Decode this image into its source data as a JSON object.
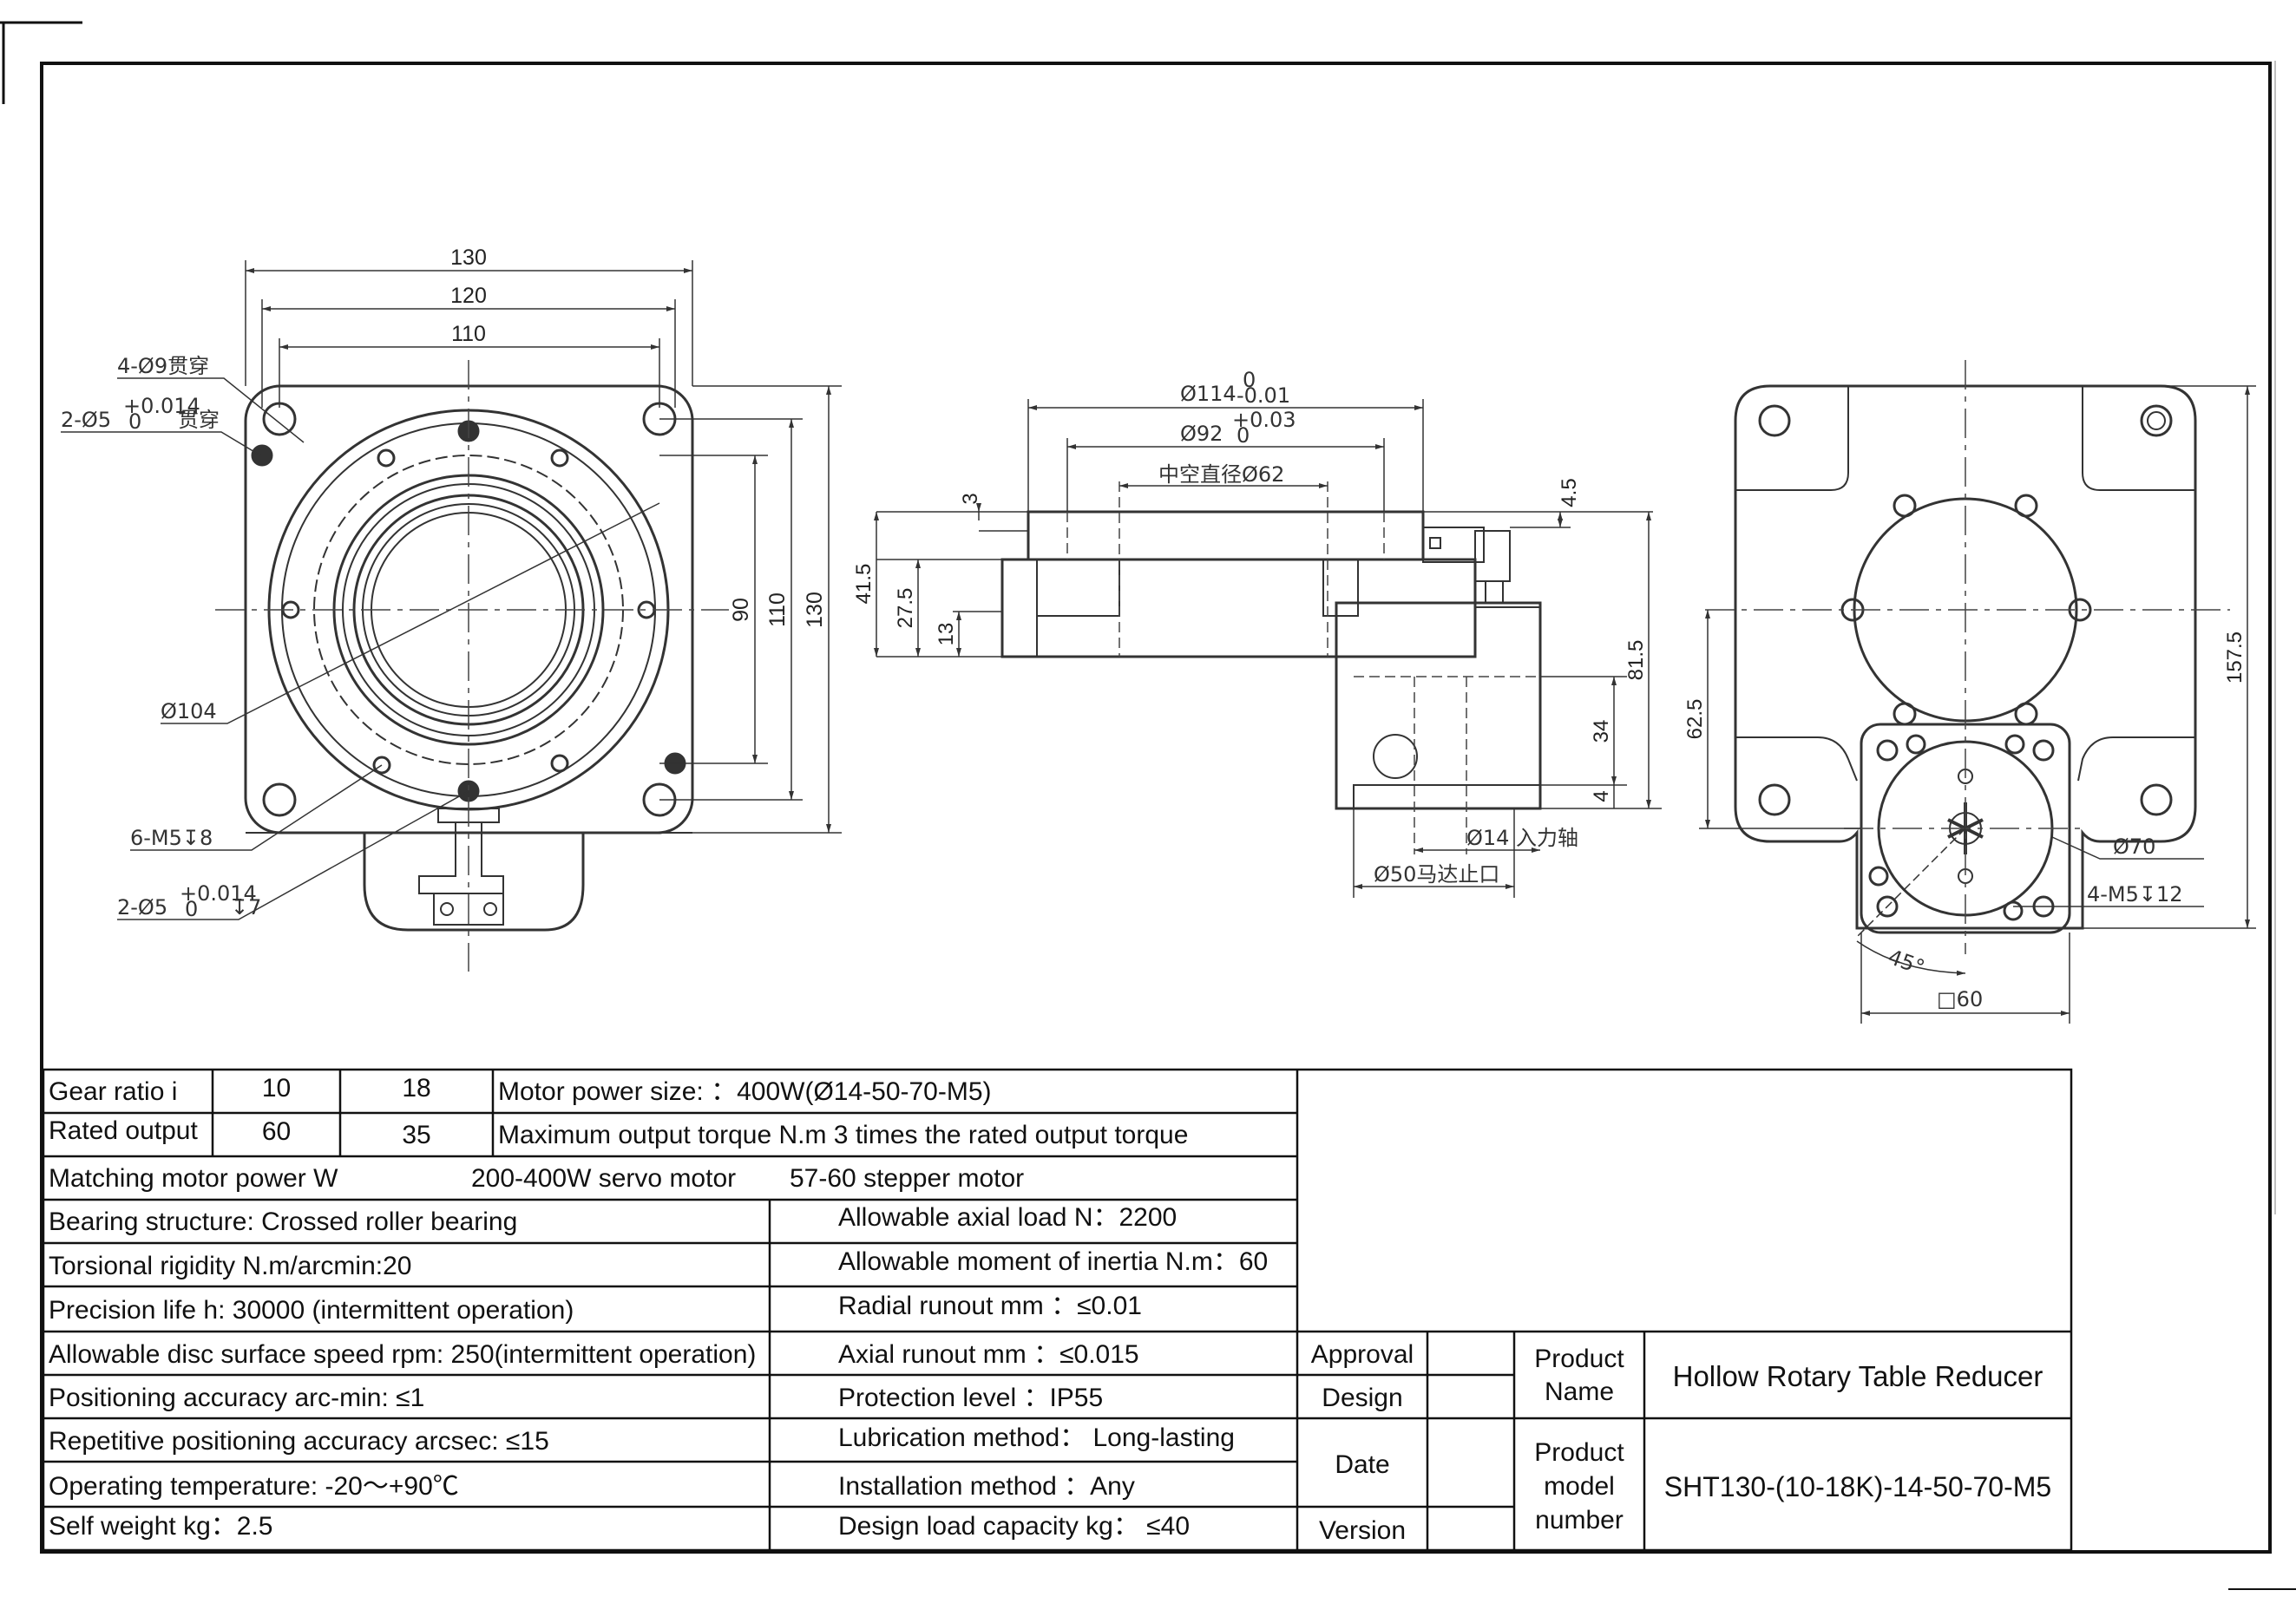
{
  "views": {
    "left": {
      "dim_130_top": "130",
      "dim_120": "120",
      "dim_110_top": "110",
      "dim_90": "90",
      "dim_110_side": "110",
      "dim_130_side": "130",
      "hole_4_d9": "4-Ø9贯穿",
      "pin_2_d5_prefix": "2-Ø5",
      "pin_tol_upper": "+0.014",
      "pin_tol_lower": "0",
      "through_cn": "贯穿",
      "dia_104": "Ø104",
      "thread_6_m5": "6-M5↧8",
      "pin_bottom_suffix": "↧7"
    },
    "middle": {
      "dia_114": "Ø114",
      "dia_114_tol_upper": "0",
      "dia_114_tol_lower": "-0.01",
      "dia_92": "Ø92",
      "dia_92_tol_upper": "+0.03",
      "dia_92_tol_lower": "0",
      "hollow_62": "中空直径Ø62",
      "dim_3": "3",
      "dim_4_5": "4.5",
      "dim_41_5": "41.5",
      "dim_27_5": "27.5",
      "dim_13": "13",
      "dim_81_5": "81.5",
      "dim_34": "34",
      "dim_4": "4",
      "input_14": "Ø14 入力轴",
      "motor_50": "Ø50马达止口"
    },
    "right": {
      "dim_157_5": "157.5",
      "dim_62_5": "62.5",
      "dia_70": "Ø70",
      "thread_4_m5": "4-M5↧12",
      "angle_45": "45°",
      "square_60": "□60"
    }
  },
  "table": {
    "gear_ratio_label": "Gear ratio i",
    "gear_ratio_1": "10",
    "gear_ratio_2": "18",
    "motor_power_size": "Motor power size: ：400W(Ø14-50-70-M5)",
    "rated_output_label": "Rated output",
    "rated_output_1": "60",
    "rated_output_2": "35",
    "max_output_torque": "Maximum output torque N.m 3 times the rated output torque",
    "matching_motor_label": "Matching motor power W",
    "matching_motor_servo": "200-400W servo motor",
    "matching_motor_stepper": "57-60 stepper motor",
    "bearing": "Bearing structure: Crossed roller bearing",
    "axial_load": "Allowable axial load N：2200",
    "torsional": "Torsional rigidity N.m/arcmin:20",
    "moment_inertia": "Allowable moment of inertia N.m：60",
    "precision_life": "Precision life h: 30000 (intermittent operation)",
    "radial_runout": "Radial runout mm ：≤0.01",
    "disc_speed": "Allowable disc surface speed rpm: 250(intermittent operation)",
    "axial_runout": "Axial runout mm ：≤0.015",
    "positioning": "Positioning accuracy arc-min: ≤1",
    "protection": "Protection level ：IP55",
    "repetitive": "Repetitive positioning accuracy arcsec: ≤15",
    "lubrication": "Lubrication method：  Long-lasting",
    "operating_temp": "Operating temperature: -20～+90℃",
    "installation": "Installation method ：Any",
    "self_weight": "Self weight kg：2.5",
    "design_load": "Design load capacity kg：  ≤40",
    "approval": "Approval",
    "design": "Design",
    "date": "Date",
    "version": "Version",
    "product_name_label_1": "Product",
    "product_name_label_2": "Name",
    "product_name_value": "Hollow Rotary Table Reducer",
    "model_label_1": "Product",
    "model_label_2": "model",
    "model_label_3": "number",
    "model_value": "SHT130-(10-18K)-14-50-70-M5"
  }
}
